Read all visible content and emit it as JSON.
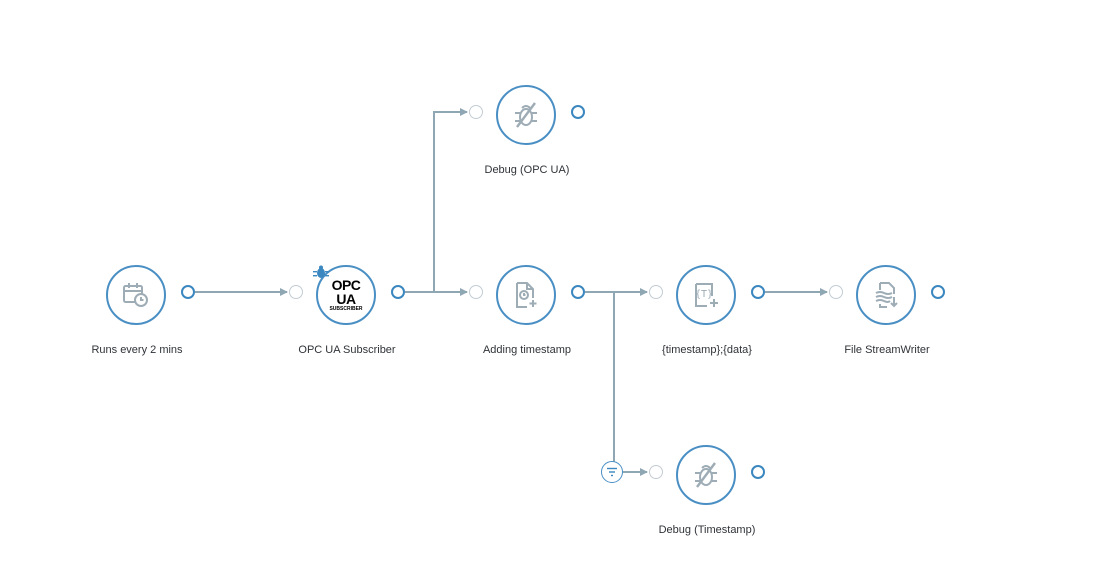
{
  "nodes": {
    "schedule": {
      "label": "Runs every 2 mins",
      "icon": "calendar-clock-icon"
    },
    "opc_subscriber": {
      "label": "OPC UA Subscriber",
      "logo_line1": "OPC",
      "logo_line2": "UA",
      "logo_line3": "SUBSCRIBER",
      "icon": "opc-ua-logo"
    },
    "debug_opc": {
      "label": "Debug (OPC UA)",
      "icon": "bug-disabled-icon"
    },
    "adding_timestamp": {
      "label": "Adding timestamp",
      "icon": "file-clock-plus-icon"
    },
    "template": {
      "label": "{timestamp};{data}",
      "icon": "template-text-plus-icon",
      "icon_glyph": "{T}"
    },
    "file_writer": {
      "label": "File StreamWriter",
      "icon": "file-stream-icon"
    },
    "debug_timestamp": {
      "label": "Debug (Timestamp)",
      "icon": "bug-disabled-icon"
    }
  },
  "colors": {
    "node_border": "#4a8fc4",
    "port_out": "#3b87bf",
    "port_in": "#c3ccd3",
    "connector": "#8fa7b3",
    "icon": "#9eacb6"
  }
}
